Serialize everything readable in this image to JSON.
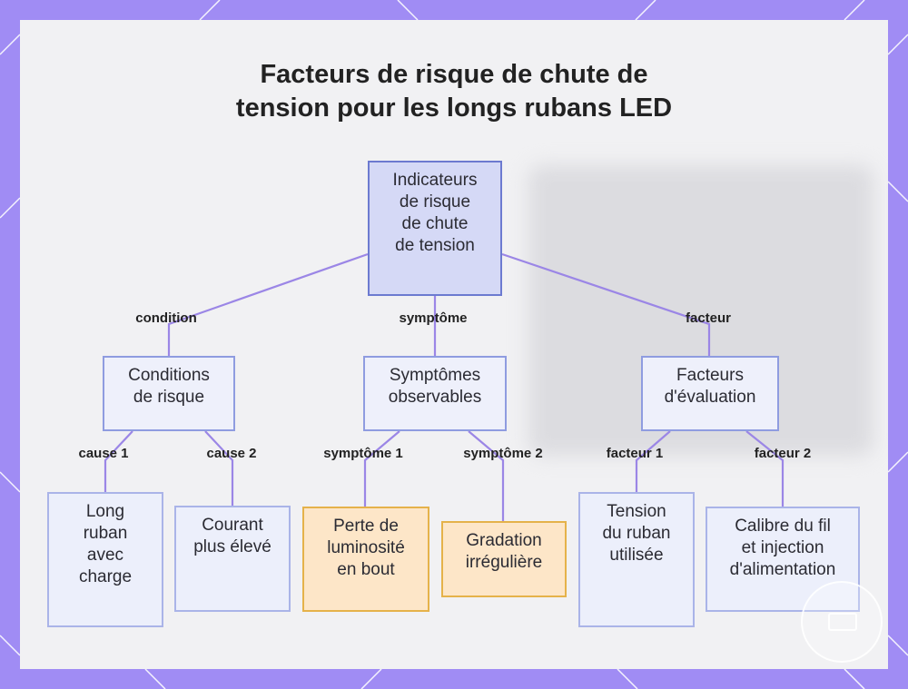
{
  "title_lines": [
    "Facteurs de risque de chute de",
    "tension pour les longs rubans LED"
  ],
  "nodes": {
    "root": [
      "Indicateurs",
      "de risque",
      "de chute",
      "de tension"
    ],
    "conditions": [
      "Conditions",
      "de risque"
    ],
    "symptoms": [
      "Symptômes",
      "observables"
    ],
    "factors": [
      "Facteurs",
      "d'évaluation"
    ],
    "long_strip": [
      "Long",
      "ruban",
      "avec",
      "charge"
    ],
    "higher_current": [
      "Courant",
      "plus élevé"
    ],
    "brightness_loss": [
      "Perte de",
      "luminosité",
      "en bout"
    ],
    "uneven_gradation": [
      "Gradation",
      "irrégulière"
    ],
    "strip_voltage": [
      "Tension",
      "du ruban",
      "utilisée"
    ],
    "wire_gauge": [
      "Calibre du fil",
      "et injection",
      "d'alimentation"
    ]
  },
  "edge_labels": {
    "condition": "condition",
    "symptom": "symptôme",
    "factor": "facteur",
    "cause1": "cause 1",
    "cause2": "cause 2",
    "symptom1": "symptôme 1",
    "symptom2": "symptôme 2",
    "factor1": "facteur 1",
    "factor2": "facteur 2"
  },
  "colors": {
    "frame": "#a08cf4",
    "panel": "#f1f1f3",
    "connector": "#9b86e6",
    "node_border": "#8f9ce0",
    "root_fill": "#d5d9f6",
    "symptom_fill": "#fde6c8",
    "symptom_border": "#e5b24a"
  }
}
